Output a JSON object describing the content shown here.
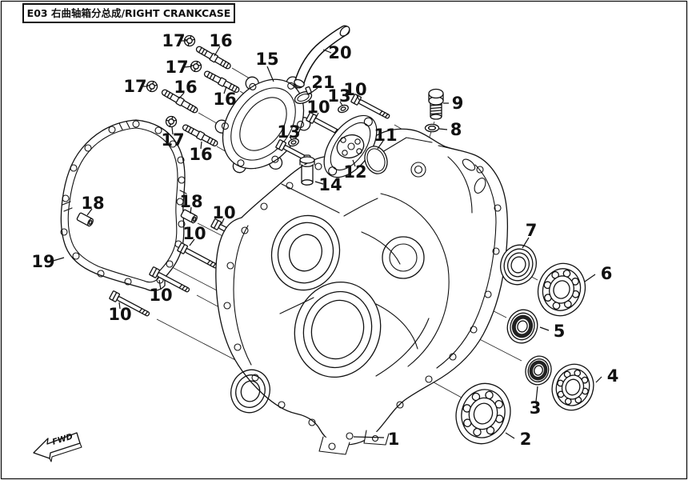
{
  "title_block": {
    "text": "E03 右曲轴箱分总成/RIGHT CRANKCASE"
  },
  "direction_indicator": {
    "label": "FWD"
  },
  "diagram": {
    "kind": "exploded-parts-diagram",
    "ink_color": "#111111",
    "background_color": "#ffffff",
    "callouts": [
      "1",
      "2",
      "3",
      "4",
      "5",
      "6",
      "7",
      "8",
      "9",
      "10",
      "10",
      "10",
      "10",
      "10",
      "10",
      "11",
      "12",
      "13",
      "13",
      "14",
      "15",
      "16",
      "16",
      "16",
      "16",
      "17",
      "17",
      "17",
      "17",
      "18",
      "18",
      "19",
      "20",
      "21"
    ]
  }
}
